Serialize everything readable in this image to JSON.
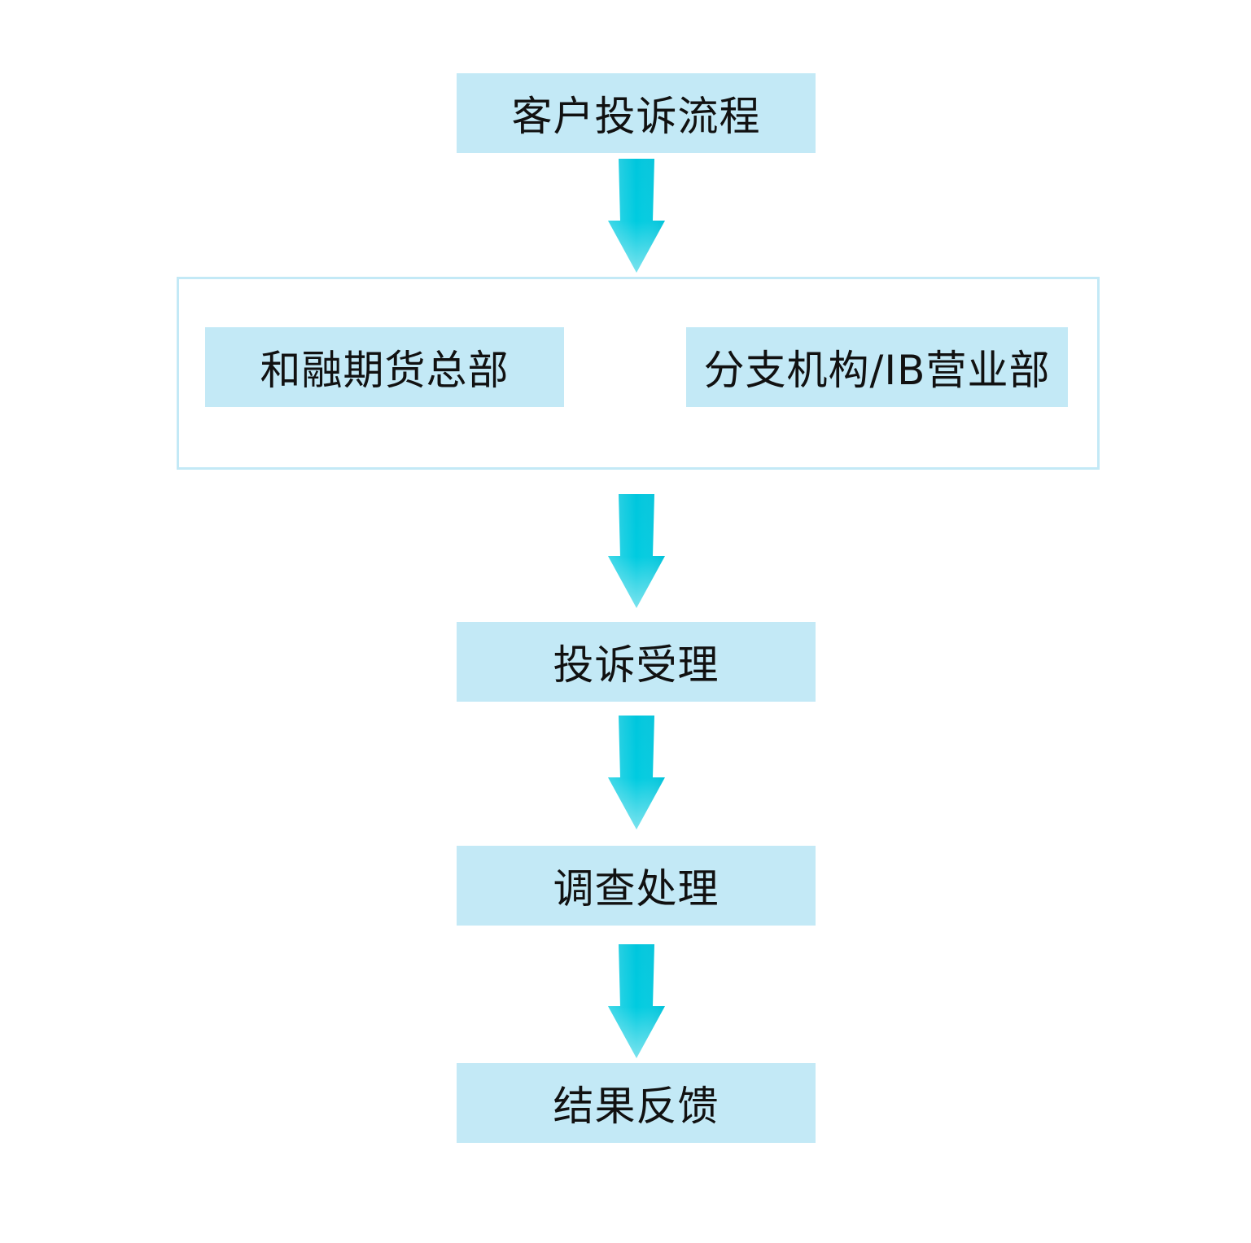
{
  "diagram": {
    "title": "客户投诉流程",
    "branches": [
      {
        "label": "和融期货总部"
      },
      {
        "label": "分支机构/IB营业部"
      }
    ],
    "steps": [
      {
        "label": "投诉受理"
      },
      {
        "label": "调查处理"
      },
      {
        "label": "结果反馈"
      }
    ],
    "colors": {
      "box_fill": "#c3e9f6",
      "group_border": "#c3e9f6",
      "arrow_top": "#00c2dc",
      "arrow_bottom": "#5ddcea",
      "text": "#111111"
    }
  }
}
